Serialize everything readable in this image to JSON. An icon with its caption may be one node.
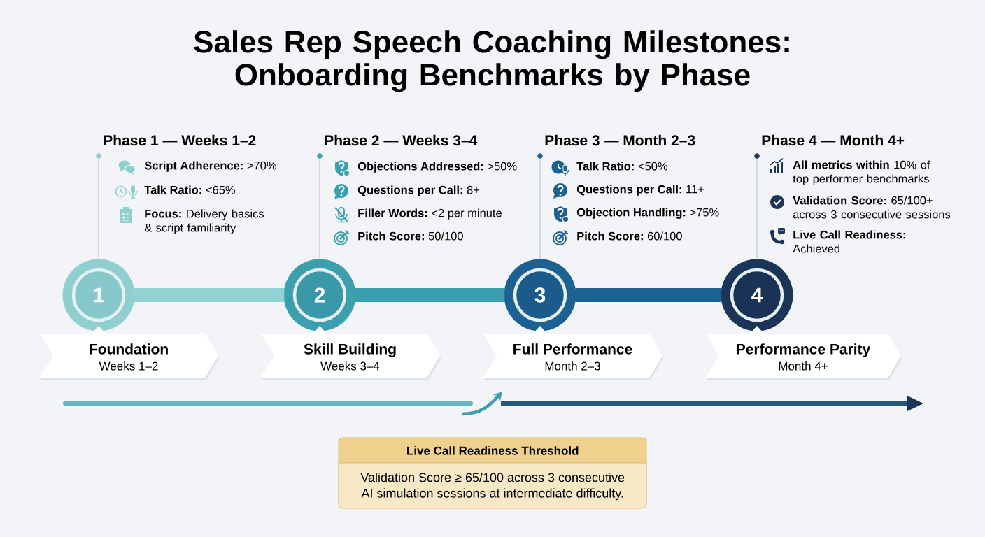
{
  "diagram": {
    "title": "Sales Rep Speech Coaching Milestones: Onboarding Benchmarks by Phase",
    "nodes": [
      {
        "text": [
          "Phase 1 — Weeks 1–2",
          "**Script Adherence:** >70%",
          "**Talk Ratio:** <65%",
          "**Focus:** Delivery basics & script familiarity"
        ]
      },
      {
        "text": [
          "Phase 2 — Weeks 3–4",
          "**Objections Addressed:** >50%",
          "**Questions per Call:** 8+",
          "**Filler Words:** <2 per minute",
          "**Pitch Score:** 50/100"
        ]
      },
      {
        "text": [
          "Phase 3 — Month 2–3",
          "**Talk Ratio:** <50%",
          "**Questions per Call:** 11+",
          "**Objection Handling:** >75%",
          "**Pitch Score:** 60/100"
        ]
      },
      {
        "text": [
          "Phase 4 — Month 4+",
          "**All metrics within** 10% of top performer benchmarks",
          "**Validation Score:** 65/100+ across 3 consecutive sessions",
          "**Live Call Readiness:** Achieved"
        ]
      },
      {
        "text": [
          "1"
        ]
      },
      {
        "text": [
          "2"
        ]
      },
      {
        "text": [
          "3"
        ]
      },
      {
        "text": [
          "4"
        ]
      },
      {
        "text": [
          "Foundation",
          "Weeks 1–2"
        ]
      },
      {
        "text": [
          "Skill Building",
          "Weeks 3–4"
        ]
      },
      {
        "text": [
          "Full Performance",
          "Month 2–3"
        ]
      },
      {
        "text": [
          "Performance Parity",
          "Month 4+"
        ]
      },
      {
        "text": [
          "Live Call Readiness Threshold",
          "Validation Score ≥ 65/100 across 3 consecutive AI simulation sessions at intermediate difficulty."
        ]
      }
    ],
    "edges": [
      {
        "from": 4,
        "to": 0,
        "arrow": "other"
      },
      {
        "from": 5,
        "to": 1,
        "arrow": "other"
      },
      {
        "from": 6,
        "to": 2,
        "arrow": "other"
      },
      {
        "from": 7,
        "to": 3,
        "arrow": "other"
      },
      {
        "from": 4,
        "to": 5,
        "arrow": "none",
        "style": "thick",
        "color": "#93d2d3"
      },
      {
        "from": 5,
        "to": 6,
        "arrow": "none",
        "style": "thick",
        "color": "#3a9fae"
      },
      {
        "from": 6,
        "to": 7,
        "arrow": "none",
        "style": "thick",
        "color": "#1d6193"
      }
    ]
  }
}
